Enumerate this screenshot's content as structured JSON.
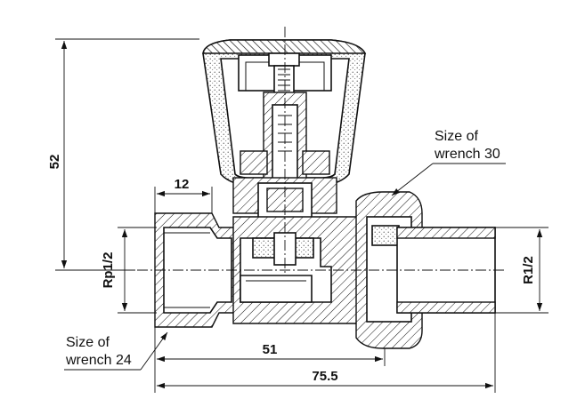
{
  "dimensions": {
    "height_total": "52",
    "wrench_top_width": "12",
    "length_short": "51",
    "length_total": "75.5"
  },
  "threads": {
    "inlet": "Rp1/2",
    "outlet": "R1/2"
  },
  "notes": {
    "wrench30_line1": "Size of",
    "wrench30_line2": "wrench 30",
    "wrench24_line1": "Size of",
    "wrench24_line2": "wrench 24"
  }
}
